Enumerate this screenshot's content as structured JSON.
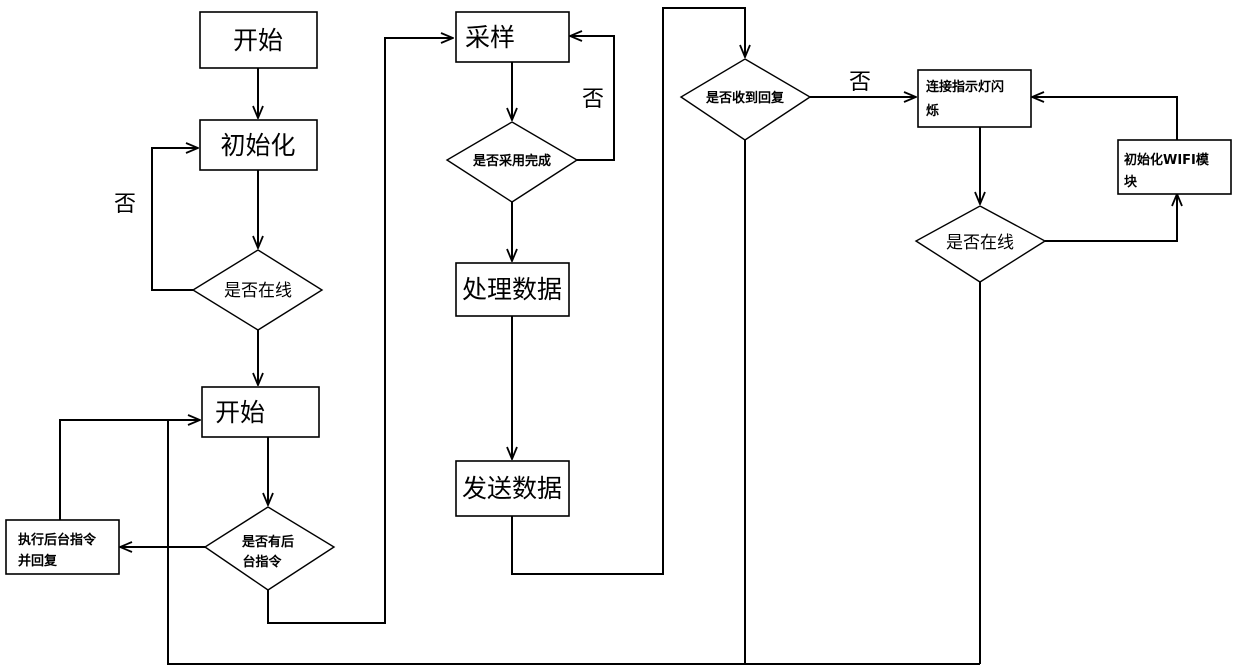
{
  "nodes": {
    "start1": "开始",
    "init": "初始化",
    "online_check1": "是否在线",
    "start2": "开始",
    "backend_check_line1": "是否有后",
    "backend_check_line2": "台指令",
    "exec_backend_line1": "执行后台指令",
    "exec_backend_line2": "并回复",
    "sample": "采样",
    "sample_done_check": "是否采用完成",
    "process_data": "处理数据",
    "send_data": "发送数据",
    "reply_check": "是否收到回复",
    "blink_line1": "连接指示灯闪",
    "blink_line2": "烁",
    "online_check2": "是否在线",
    "init_wifi_line1": "初始化WIFI模",
    "init_wifi_line2": "块"
  },
  "edge_labels": {
    "no_init_loop": "否",
    "no_sample_loop": "否",
    "no_reply": "否"
  }
}
